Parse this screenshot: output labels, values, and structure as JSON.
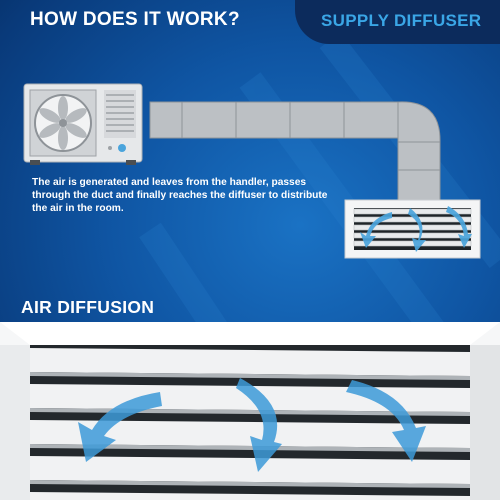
{
  "header": {
    "title": "HOW DOES IT WORK?",
    "badge": "SUPPLY DIFFUSER"
  },
  "diagram": {
    "description": "The air is generated and leaves from the handler, passes through the duct and finally reaches the diffuser to distribute the air in the room.",
    "icons": [
      "ac-unit-icon",
      "fan-icon",
      "duct-icon",
      "diffuser-icon",
      "airflow-arrow-icon"
    ]
  },
  "section": {
    "title": "AIR DIFFUSION"
  },
  "colors": {
    "background": "#0f55a3",
    "badge": "#0c2b5c",
    "badge_text": "#3aa6e6",
    "arrow": "#4aa4dc",
    "duct": "#bcc0c4"
  }
}
